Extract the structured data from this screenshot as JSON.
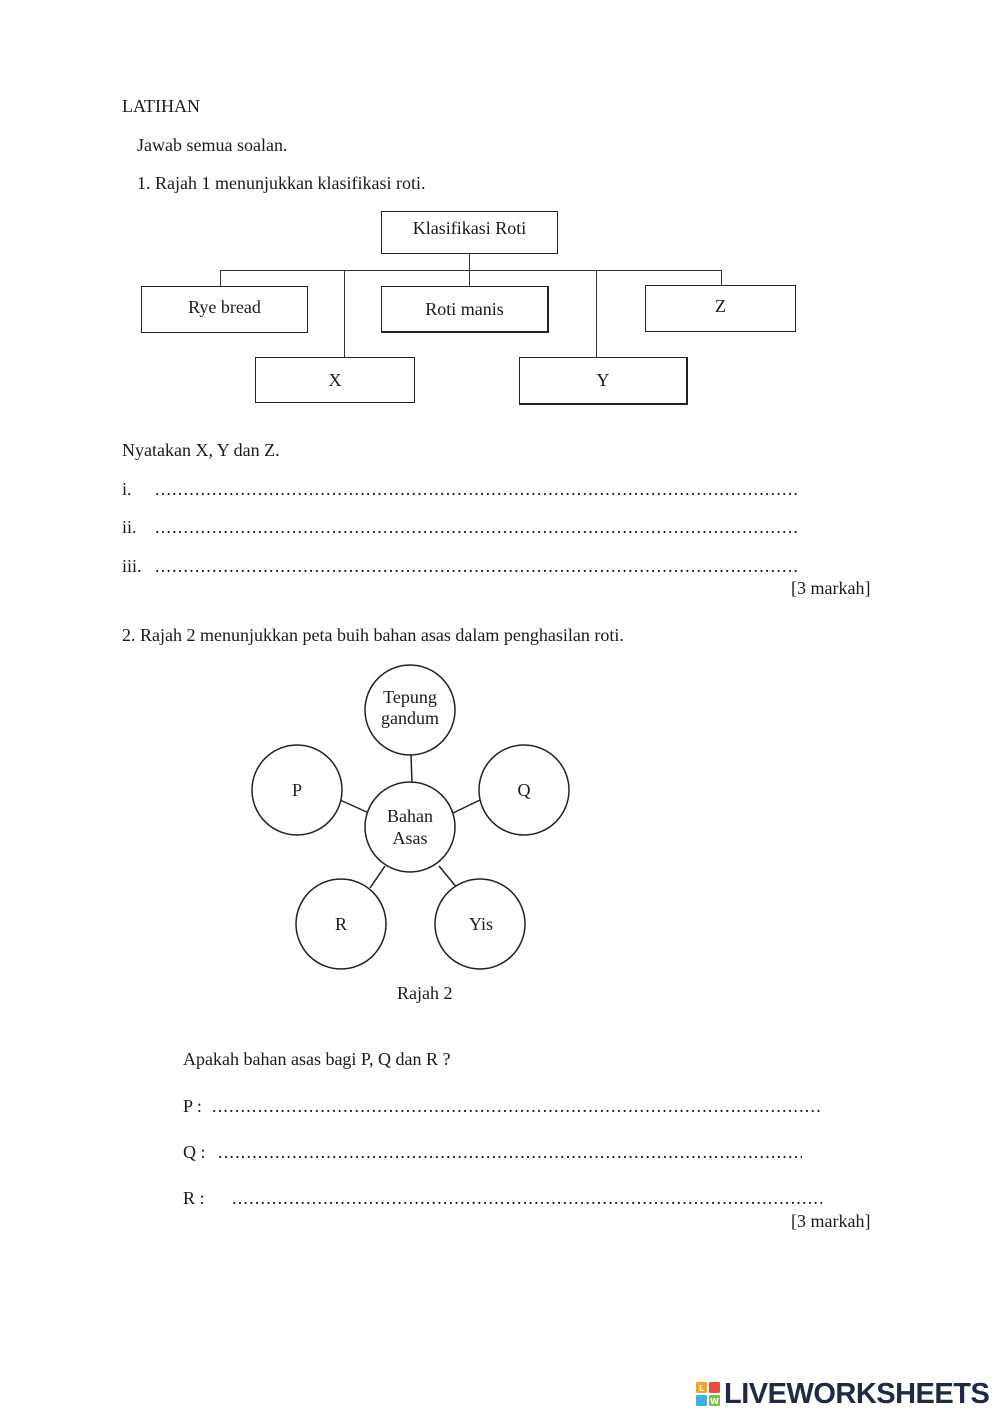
{
  "header": {
    "title": "LATIHAN",
    "instruction": "Jawab semua soalan."
  },
  "q1": {
    "question": "1.  Rajah 1 menunjukkan klasifikasi roti.",
    "diagram": {
      "root": "Klasifikasi Roti",
      "rye": "Rye bread",
      "manis": "Roti manis",
      "z": "Z",
      "x": "X",
      "y": "Y"
    },
    "prompt": "Nyatakan X, Y dan Z.",
    "answers": [
      {
        "label": "i."
      },
      {
        "label": "ii."
      },
      {
        "label": "iii."
      }
    ],
    "marks": "[3 markah]"
  },
  "q2": {
    "question": "2.  Rajah 2 menunjukkan peta buih bahan asas dalam penghasilan roti.",
    "bubble": {
      "center_line1": "Bahan",
      "center_line2": "Asas",
      "top_line1": "Tepung",
      "top_line2": "gandum",
      "p": "P",
      "q": "Q",
      "r": "R",
      "yis": "Yis"
    },
    "caption": "Rajah 2",
    "prompt": "Apakah bahan asas bagi P, Q dan R ?",
    "answers": [
      {
        "label": "P  :"
      },
      {
        "label": "Q :"
      },
      {
        "label": "R  :"
      }
    ],
    "marks": "[3 markah]"
  },
  "watermark": {
    "brand": "LIVEWORKSHEETS",
    "tile_letters": [
      "L",
      "W"
    ]
  }
}
